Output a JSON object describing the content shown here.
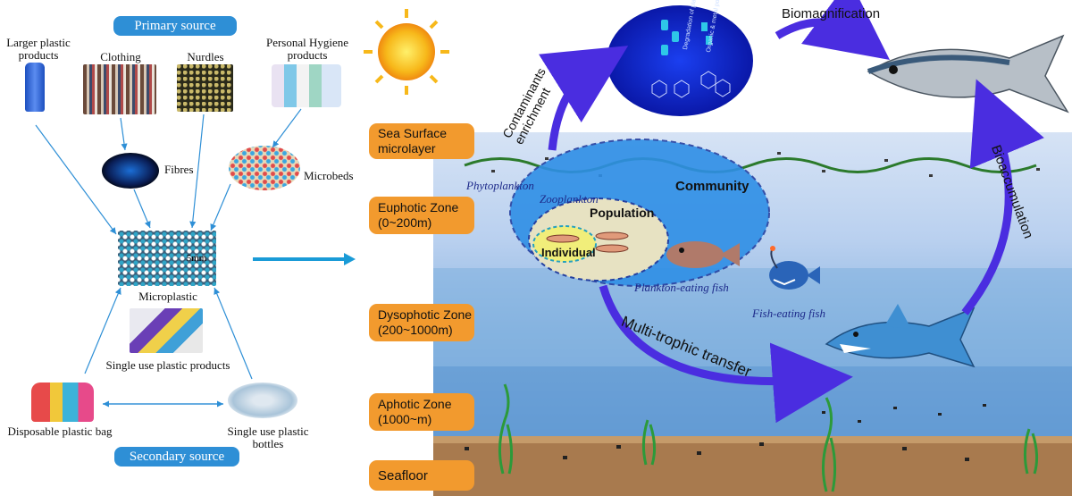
{
  "left": {
    "primary_source": "Primary source",
    "secondary_source": "Secondary source",
    "larger_plastic": "Larger plastic products",
    "clothing": "Clothing",
    "nurdles": "Nurdles",
    "personal_hygiene": "Personal Hygiene products",
    "fibres": "Fibres",
    "microbeds": "Microbeds",
    "microplastic": "Microplastic",
    "scale": "5mm",
    "single_use_products": "Single use plastic products",
    "disposable_bag": "Disposable plastic bag",
    "single_use_bottles": "Single use plastic bottles"
  },
  "zones": {
    "sea_surface": "Sea Surface microlayer",
    "euphotic": "Euphotic Zone (0~200m)",
    "dysophotic": "Dysophotic Zone (200~1000m)",
    "aphotic": "Aphotic Zone (1000~m)",
    "seafloor": "Seafloor"
  },
  "ocean": {
    "phytoplankton": "Phytoplankton",
    "zooplankton": "Zooplankton",
    "community": "Community",
    "population": "Population",
    "individual": "Individual",
    "plankton_fish": "Plankton-eating fish",
    "fish_eating_fish": "Fish-eating fish",
    "contaminants": "Contaminants enrichment",
    "biomagnification": "Biomagnification",
    "bioaccumulation": "Bioaccumulation",
    "multi_trophic": "Multi-trophic transfer",
    "pollutant_1": "Degradation of plastics",
    "pollutant_2": "Organic & metal pollutants"
  },
  "colors": {
    "pill_blue": "#2e8fd6",
    "zone_orange": "#f29a2e",
    "arrow_purple": "#4a2de0",
    "seafloor_brown": "#a87a4e"
  }
}
